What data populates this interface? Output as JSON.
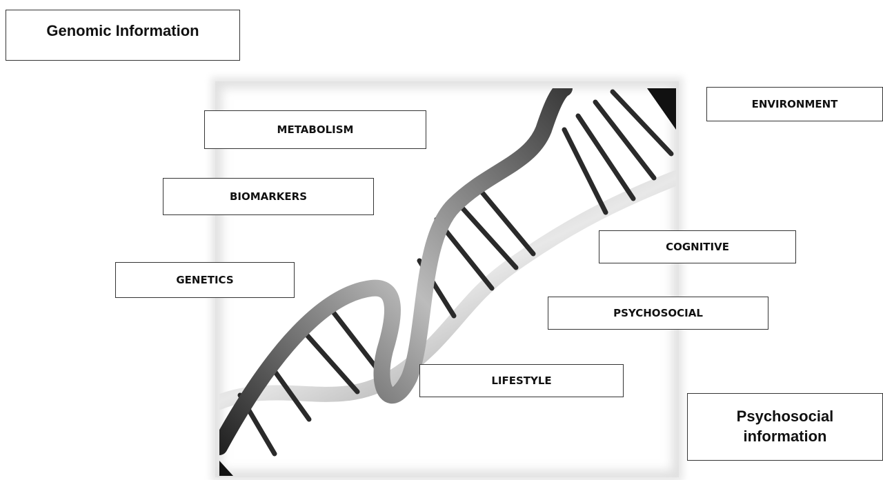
{
  "labels": {
    "genomic": "Genomic Information",
    "metabolism": "METABOLISM",
    "biomarkers": "BIOMARKERS",
    "genetics": "GENETICS",
    "environment": "ENVIRONMENT",
    "cognitive": "COGNITIVE",
    "psychosocial": "PSYCHOSOCIAL",
    "lifestyle": "LIFESTYLE",
    "psychosocial_info": "Psychosocial information"
  },
  "image": {
    "subject": "dna-double-helix",
    "palette": [
      "#111111",
      "#9a9a9a",
      "#e6e6e6"
    ]
  }
}
